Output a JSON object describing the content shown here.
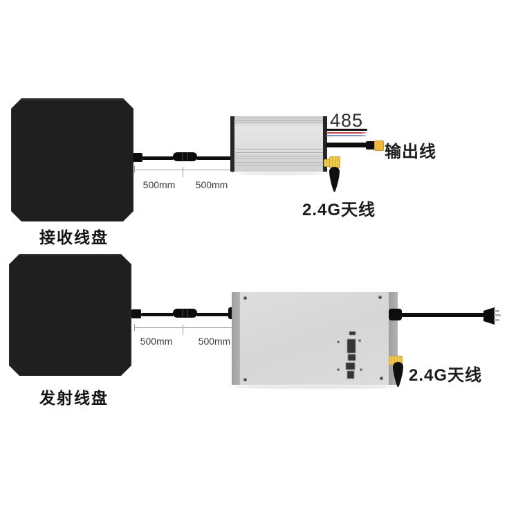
{
  "receiver": {
    "pad_label": "接收线盘",
    "dim_left": "500mm",
    "dim_right": "500mm",
    "rs485_label": "485",
    "output_label": "输出线",
    "antenna_label": "2.4G天线"
  },
  "transmitter": {
    "pad_label": "发射线盘",
    "dim_left": "500mm",
    "dim_right": "500mm",
    "antenna_label": "2.4G天线"
  },
  "colors": {
    "pad_black": "#1f1f1f",
    "box_silver": "#dcdcdc",
    "box_strip_gray": "#a8a8a8",
    "connector_yellow": "#eec94e",
    "xt60_yellow": "#f2b83e",
    "wire_black": "#111111",
    "wire_red": "#c24444",
    "wire_blue": "#8093c5",
    "dim_gray": "#9a9a9a"
  }
}
